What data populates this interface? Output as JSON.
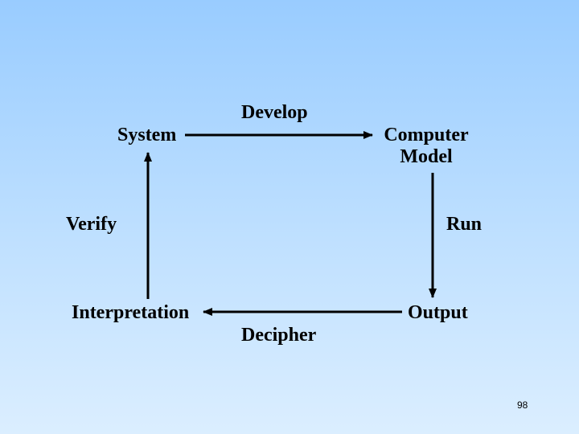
{
  "diagram": {
    "nodes": {
      "system": "System",
      "computer_model_line1": "Computer",
      "computer_model_line2": "Model",
      "output": "Output",
      "interpretation": "Interpretation"
    },
    "edges": {
      "develop": "Develop",
      "run": "Run",
      "decipher": "Decipher",
      "verify": "Verify"
    },
    "edge_links": [
      {
        "label": "Develop",
        "from": "System",
        "to": "Computer Model"
      },
      {
        "label": "Run",
        "from": "Computer Model",
        "to": "Output"
      },
      {
        "label": "Decipher",
        "from": "Output",
        "to": "Interpretation"
      },
      {
        "label": "Verify",
        "from": "Interpretation",
        "to": "System"
      }
    ]
  },
  "page_number": "98"
}
